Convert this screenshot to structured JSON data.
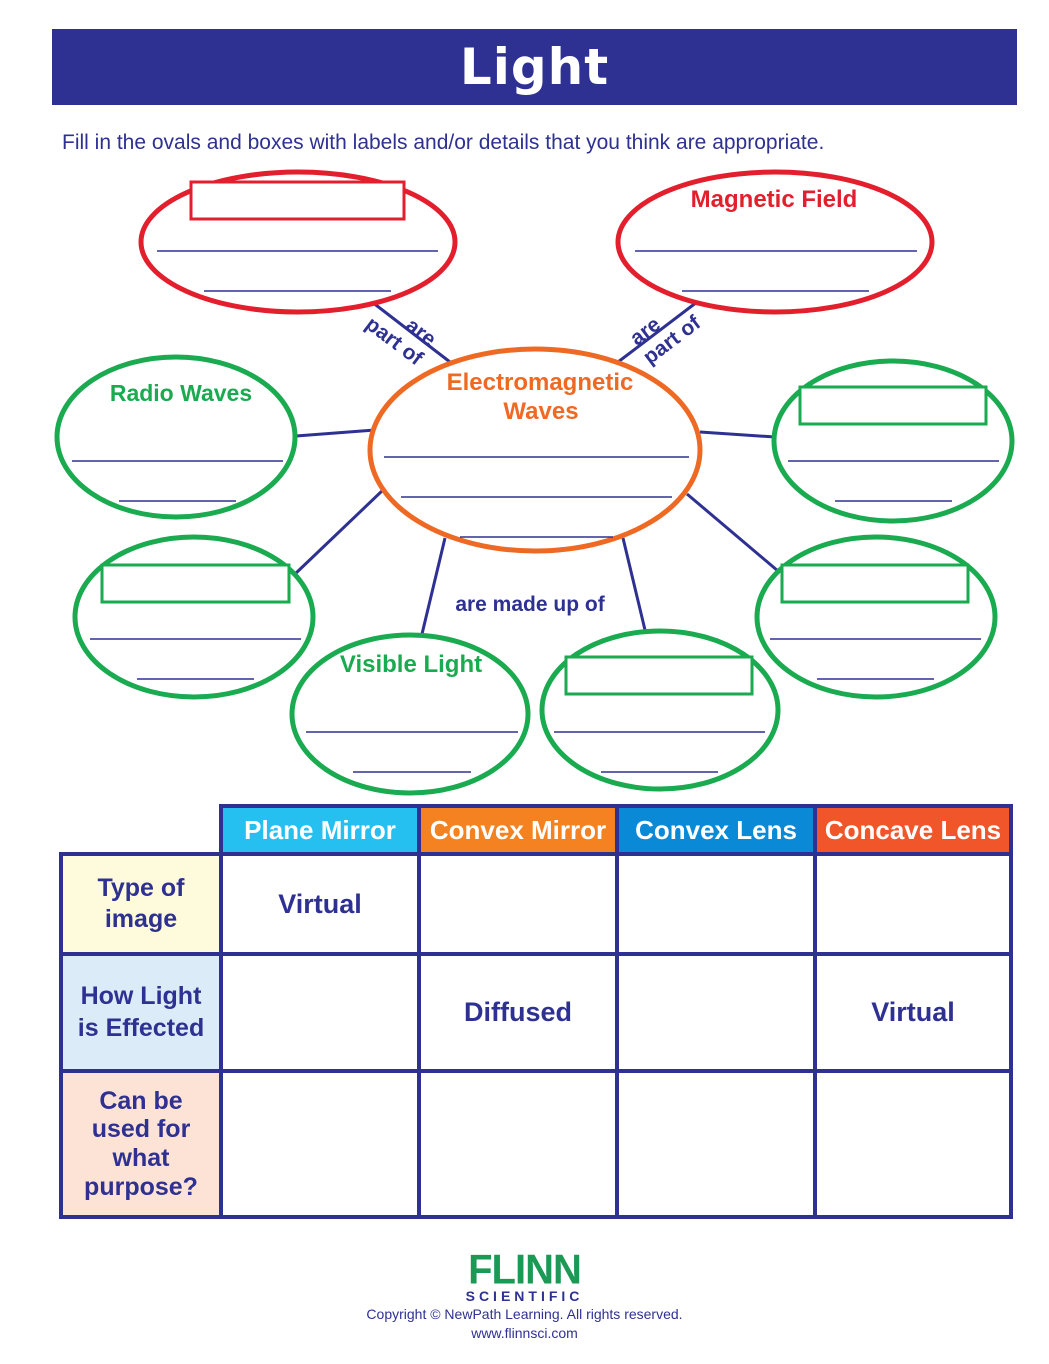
{
  "header": {
    "title": "Light"
  },
  "instructions": "Fill in the ovals and boxes with labels and/or details that you think are appropriate.",
  "colors": {
    "navy": "#2e3192",
    "red": "#e31e2d",
    "orange": "#ee6a24",
    "green": "#1aaa4f",
    "plane_mirror": "#25c0ef",
    "convex_mirror": "#f58220",
    "convex_lens": "#0a8ad6",
    "concave_lens": "#f0562a",
    "row_type": "#fdfbdc",
    "row_how": "#dcebf8",
    "row_purpose": "#fde3d6"
  },
  "concept_map": {
    "center": {
      "label_line1": "Electromagnetic",
      "label_line2": "Waves"
    },
    "top_left": {
      "label": ""
    },
    "top_right": {
      "label": "Magnetic Field"
    },
    "link_part_of": {
      "line1": "are",
      "line2": "part of"
    },
    "link_made_up": "are made up of",
    "nodes": [
      {
        "id": "radio",
        "label": "Radio Waves"
      },
      {
        "id": "right-upper",
        "label": ""
      },
      {
        "id": "left-lower",
        "label": ""
      },
      {
        "id": "right-lower",
        "label": ""
      },
      {
        "id": "visible",
        "label": "Visible Light"
      },
      {
        "id": "bottom-right",
        "label": ""
      }
    ]
  },
  "table": {
    "columns": [
      "Plane Mirror",
      "Convex Mirror",
      "Convex Lens",
      "Concave Lens"
    ],
    "rows": [
      {
        "label": "Type of image",
        "label_lines": [
          "Type of",
          "image"
        ],
        "cells": [
          "Virtual",
          "",
          "",
          ""
        ]
      },
      {
        "label": "How Light is Effected",
        "label_lines": [
          "How Light",
          "is Effected"
        ],
        "cells": [
          "",
          "Diffused",
          "",
          "Virtual"
        ]
      },
      {
        "label": "Can be used for what purpose?",
        "label_lines": [
          "Can be",
          "used for",
          "what",
          "purpose?"
        ],
        "cells": [
          "",
          "",
          "",
          ""
        ]
      }
    ]
  },
  "footer": {
    "logo": "FLINN",
    "logo_sub": "SCIENTIFIC",
    "copyright": "Copyright © NewPath Learning. All rights reserved.",
    "website": "www.flinnsci.com"
  }
}
